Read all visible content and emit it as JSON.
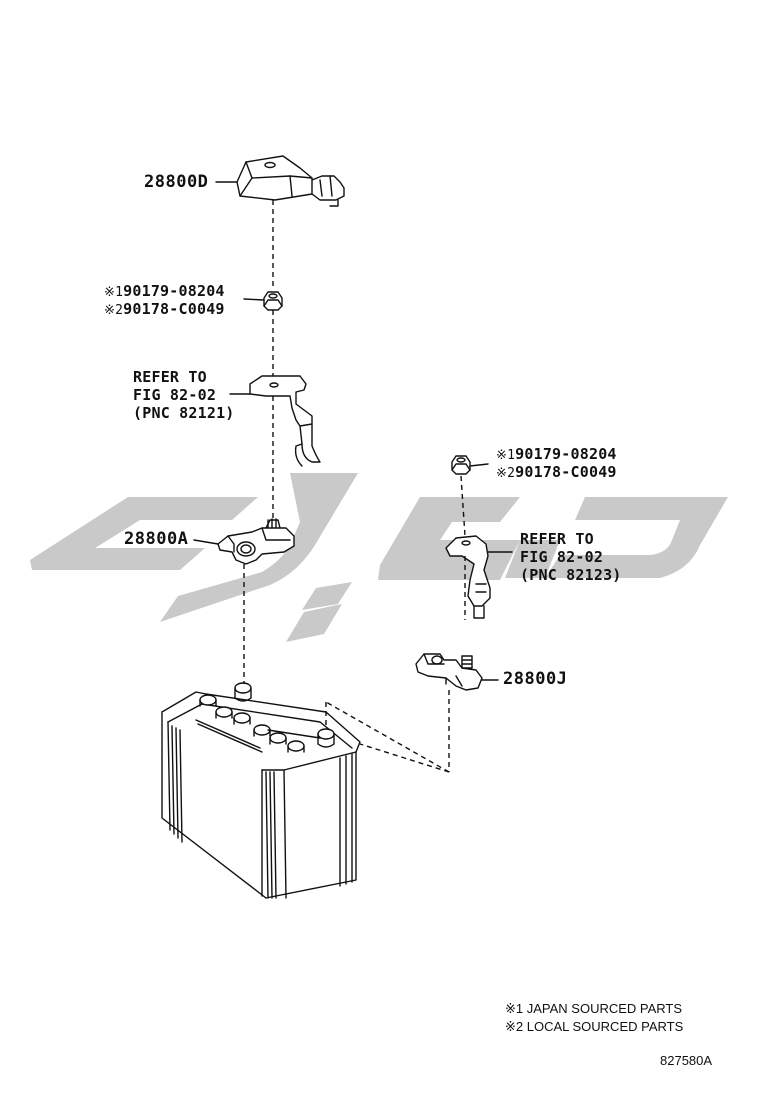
{
  "parts": {
    "cover_upper": "28800D",
    "clamp_positive": "28800A",
    "clamp_negative": "28800J"
  },
  "nut_callout_left": {
    "line1_mark": "※1",
    "line1_part": "90179-08204",
    "line2_mark": "※2",
    "line2_part": "90178-C0049"
  },
  "nut_callout_right": {
    "line1_mark": "※1",
    "line1_part": "90179-08204",
    "line2_mark": "※2",
    "line2_part": "90178-C0049"
  },
  "refer_left": {
    "line1": "REFER TO",
    "line2": "FIG 82-02",
    "line3": "(PNC 82121)"
  },
  "refer_right": {
    "line1": "REFER TO",
    "line2": "FIG 82-02",
    "line3": "(PNC 82123)"
  },
  "legend": {
    "note1": "※1 JAPAN SOURCED PARTS",
    "note2": "※2 LOCAL SOURCED PARTS"
  },
  "illustration_id": "827580A",
  "colors": {
    "ink": "#111111",
    "watermark": "#c9c9c9"
  }
}
